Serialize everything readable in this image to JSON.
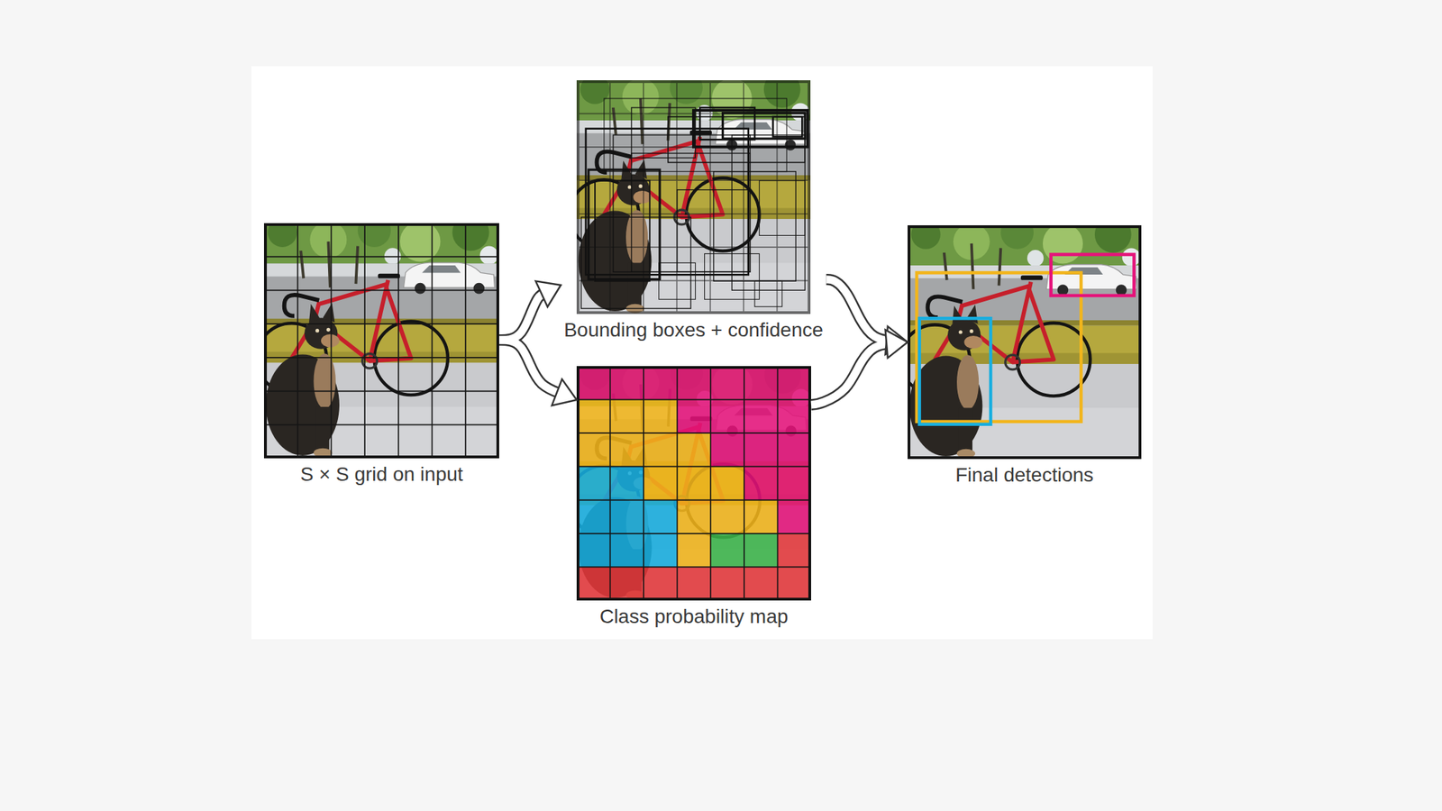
{
  "diagram": {
    "nodes": [
      {
        "text": [
          "S × S grid on input"
        ]
      },
      {
        "text": [
          "Bounding boxes + confidence"
        ]
      },
      {
        "text": [
          "Class probability map"
        ]
      },
      {
        "text": [
          "Final detections"
        ]
      }
    ],
    "edges": [
      {
        "from": 0,
        "to": 1,
        "arrow": "to"
      },
      {
        "from": 0,
        "to": 2,
        "arrow": "to"
      },
      {
        "from": 1,
        "to": 3,
        "arrow": "to"
      },
      {
        "from": 2,
        "to": 3,
        "arrow": "to"
      }
    ]
  }
}
